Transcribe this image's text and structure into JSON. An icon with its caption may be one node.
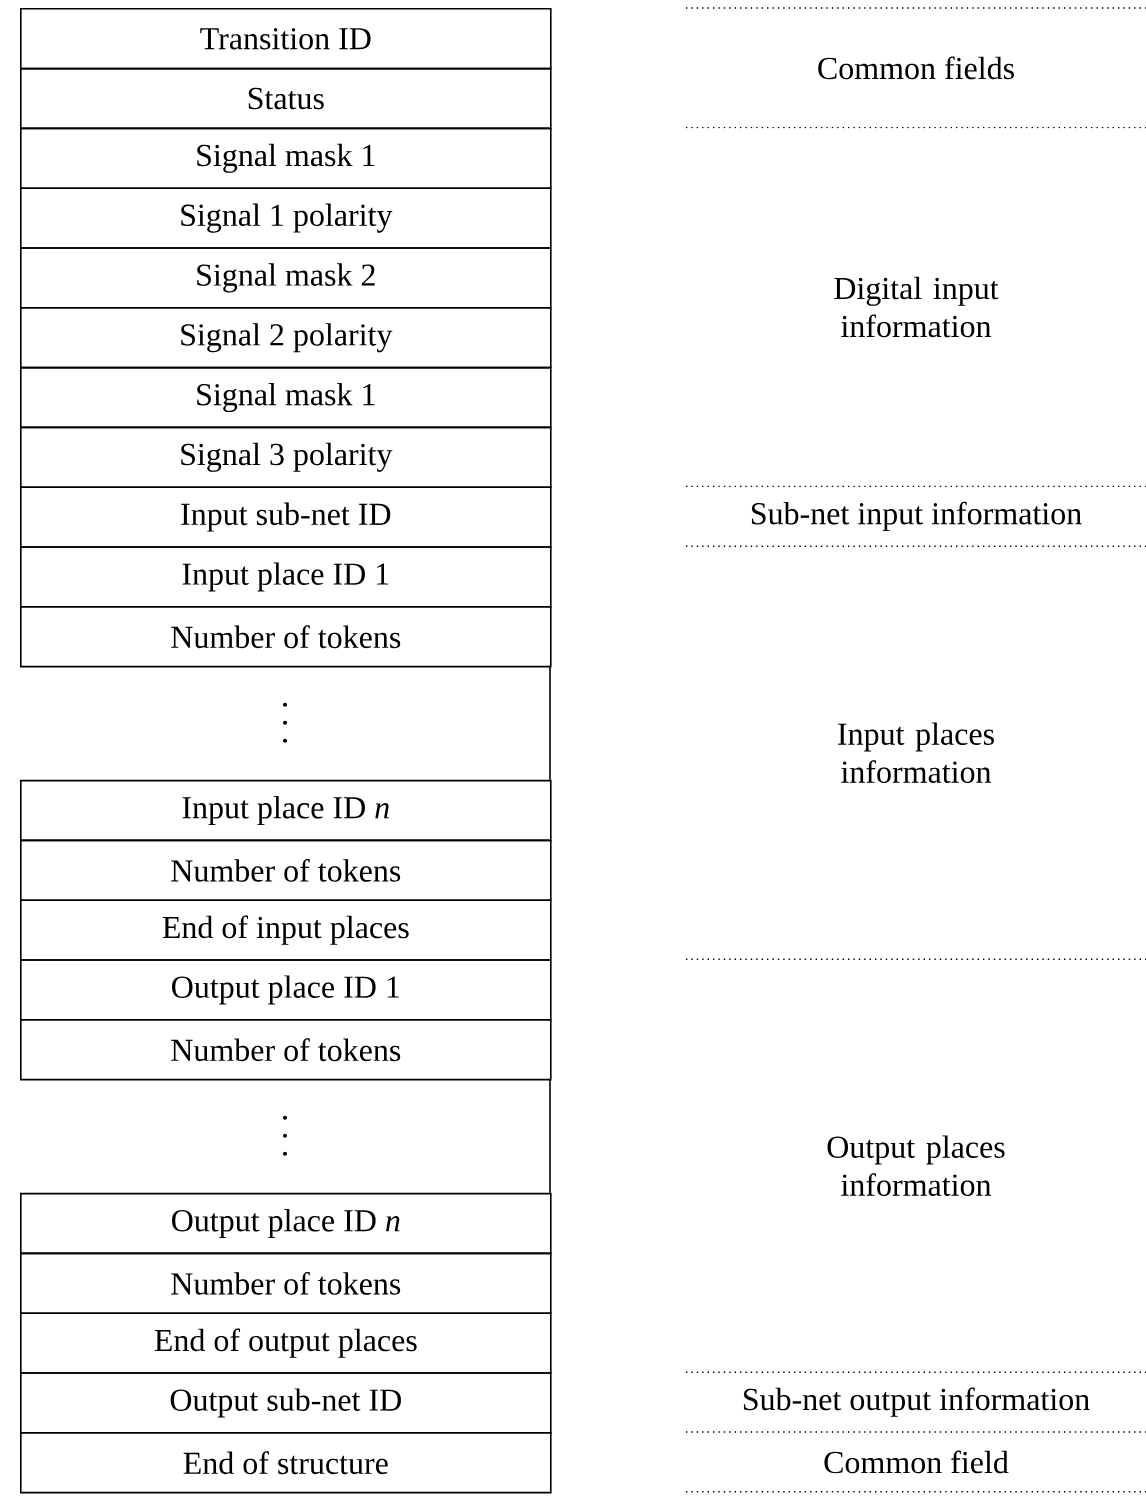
{
  "diagram": {
    "nodes": [
      {
        "text": [
          "Transition ID"
        ]
      },
      {
        "text": [
          "Status"
        ]
      },
      {
        "text": [
          "Signal mask 1"
        ]
      },
      {
        "text": [
          "Signal 1 polarity"
        ]
      },
      {
        "text": [
          "Signal mask 2"
        ]
      },
      {
        "text": [
          "Signal 2 polarity"
        ]
      },
      {
        "text": [
          "Signal mask 1"
        ]
      },
      {
        "text": [
          "Signal 3 polarity"
        ]
      },
      {
        "text": [
          "Input sub-net ID"
        ]
      },
      {
        "text": [
          "Input place ID 1"
        ]
      },
      {
        "text": [
          "Number of tokens"
        ]
      },
      {
        "text": [
          "Input place ID *n*"
        ]
      },
      {
        "text": [
          "Number of tokens"
        ]
      },
      {
        "text": [
          "End of input places"
        ]
      },
      {
        "text": [
          "Output place ID 1"
        ]
      },
      {
        "text": [
          "Number of tokens"
        ]
      },
      {
        "text": [
          "Output place ID *n*"
        ]
      },
      {
        "text": [
          "Number of tokens"
        ]
      },
      {
        "text": [
          "End of output places"
        ]
      },
      {
        "text": [
          "Output sub-net ID"
        ]
      },
      {
        "text": [
          "End of structure"
        ]
      }
    ],
    "labels": [
      "Common fields",
      "Digital input information",
      "Sub-net input information",
      "Input places information",
      "Output places information",
      "Sub-net output information",
      "Common field"
    ]
  }
}
